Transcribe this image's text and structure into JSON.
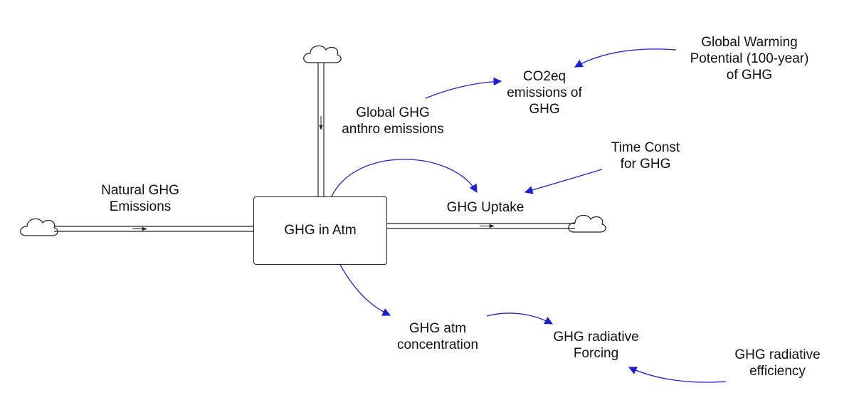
{
  "diagram": {
    "stock": {
      "label": "GHG in Atm"
    },
    "flows": {
      "natural_emissions": {
        "label": "Natural GHG\nEmissions"
      },
      "anthro_emissions": {
        "label": "Global GHG\nanthro emissions"
      },
      "uptake": {
        "label": "GHG Uptake"
      }
    },
    "variables": {
      "co2eq_emissions": {
        "label": "CO2eq\nemissions of\nGHG"
      },
      "gwp": {
        "label": "Global Warming\nPotential (100-year)\nof GHG"
      },
      "time_const": {
        "label": "Time Const\nfor GHG"
      },
      "atm_concentration": {
        "label": "GHG atm\nconcentration"
      },
      "radiative_forcing": {
        "label": "GHG radiative\nForcing"
      },
      "radiative_efficiency": {
        "label": "GHG radiative\nefficiency"
      }
    },
    "colors": {
      "link": "#1f1fd6",
      "pipe": "#222222",
      "text": "#111111"
    }
  }
}
